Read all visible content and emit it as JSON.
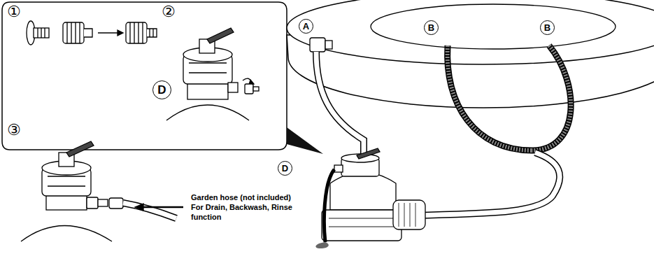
{
  "diagram": {
    "nodes": [
      {
        "text": [
          "D"
        ]
      },
      {
        "text": [
          "A"
        ]
      },
      {
        "text": [
          "B"
        ]
      },
      {
        "text": [
          "B"
        ]
      },
      {
        "text": [
          "D"
        ]
      }
    ],
    "labels": [
      "①",
      "②",
      "③",
      "Garden hose (not included) For Drain, Backwash, Rinse function"
    ]
  }
}
